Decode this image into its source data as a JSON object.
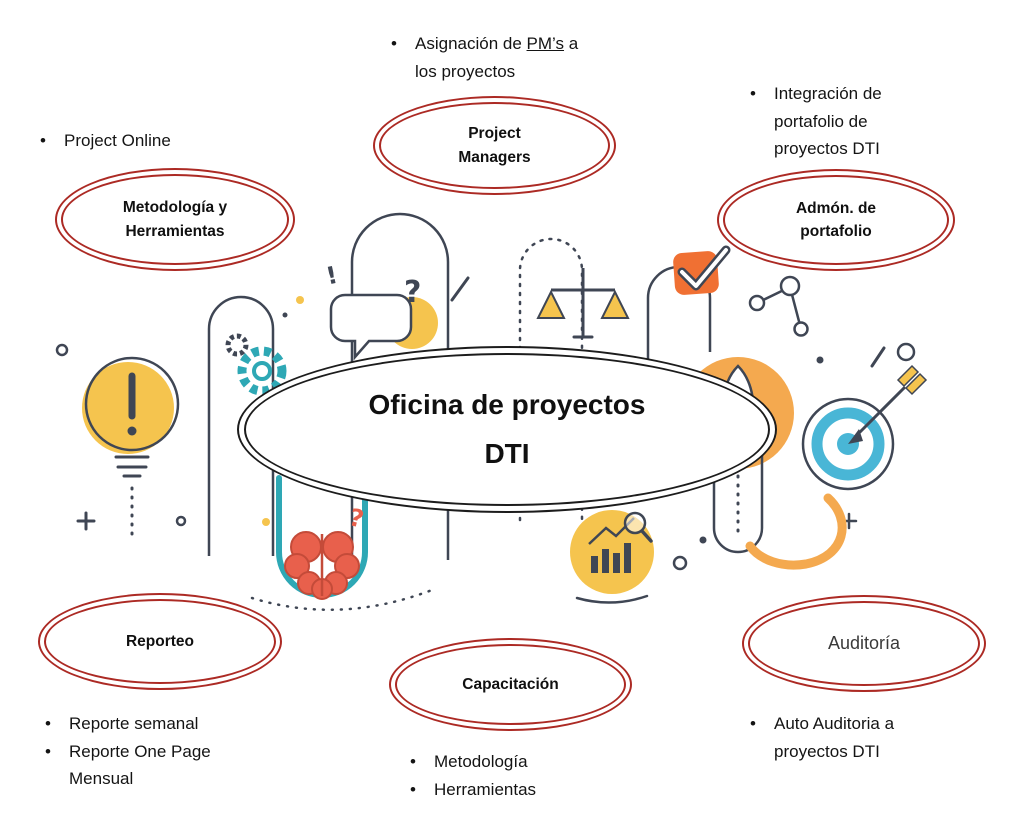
{
  "center": {
    "label": "Oficina de proyectos\nDTI"
  },
  "nodes": {
    "metodologia": {
      "label": "Metodología y\nHerramientas"
    },
    "project_managers": {
      "label": "Project\nManagers"
    },
    "portafolio": {
      "label": "Admón. de\nportafolio"
    },
    "reporteo": {
      "label": "Reporteo"
    },
    "capacitacion": {
      "label": "Capacitación"
    },
    "auditoria": {
      "label": "Auditoría"
    }
  },
  "notes": {
    "project_online": {
      "items": [
        "Project Online"
      ]
    },
    "pm_assignment": {
      "before": "Asignación de ",
      "underlined": "PM’s",
      "after": " a los proyectos"
    },
    "portafolio_integration": {
      "items": [
        "Integración de portafolio de proyectos DTI"
      ]
    },
    "reporteo": {
      "items": [
        "Reporte semanal",
        "Reporte One Page Mensual"
      ]
    },
    "capacitacion": {
      "items": [
        "Metodología",
        "Herramientas"
      ]
    },
    "auditoria": {
      "items": [
        "Auto Auditoria a proyectos DTI"
      ]
    }
  },
  "colors": {
    "node_border_red": "#AC2A24",
    "center_border": "#1c1c1c",
    "accent_yellow": "#F5C44E",
    "accent_orange": "#F4A94F",
    "accent_deep_orange": "#F07033",
    "accent_teal": "#2EA8B5",
    "accent_blue": "#49B6D6",
    "accent_coral": "#E8604C",
    "line_dark": "#3F4654"
  }
}
